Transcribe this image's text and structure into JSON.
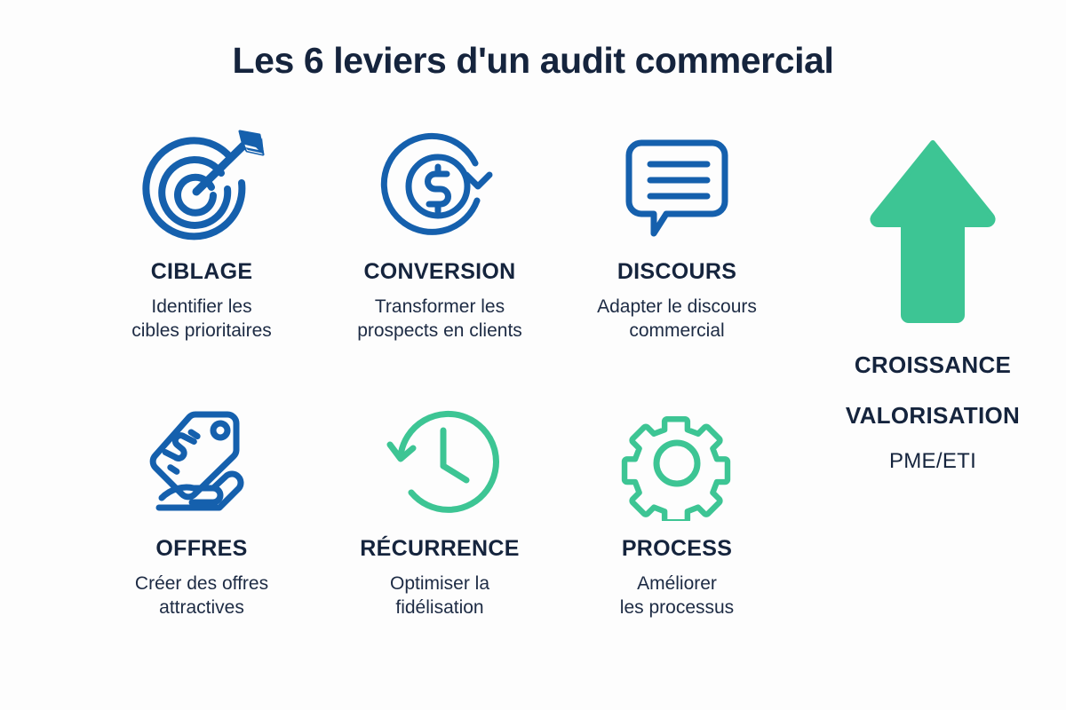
{
  "page": {
    "title": "Les 6 leviers d'un audit commercial",
    "background_color": "#fdfdfd"
  },
  "colors": {
    "navy_text": "#15243d",
    "blue_icon": "#1560ad",
    "green_icon": "#3dc594",
    "green_arrow": "#3dc594"
  },
  "levers": [
    {
      "icon": "target-arrow-icon",
      "icon_color": "#1560ad",
      "title": "CIBLAGE",
      "description": "Identifier les\ncibles prioritaires"
    },
    {
      "icon": "dollar-coin-refresh-icon",
      "icon_color": "#1560ad",
      "title": "CONVERSION",
      "description": "Transformer les\nprospects en clients"
    },
    {
      "icon": "speech-bubble-lines-icon",
      "icon_color": "#1560ad",
      "title": "DISCOURS",
      "description": "Adapter le discours\ncommercial"
    },
    {
      "icon": "price-tag-hand-icon",
      "icon_color": "#1560ad",
      "title": "OFFRES",
      "description": "Créer des offres\nattractives"
    },
    {
      "icon": "clock-counterclockwise-icon",
      "icon_color": "#3dc594",
      "title": "RÉCURRENCE",
      "description": "Optimiser la\nfidélisation"
    },
    {
      "icon": "gear-icon",
      "icon_color": "#3dc594",
      "title": "PROCESS",
      "description": "Améliorer\nles processus"
    }
  ],
  "growth": {
    "icon": "up-arrow-icon",
    "icon_color": "#3dc594",
    "line1": "CROISSANCE",
    "line2": "VALORISATION",
    "line3": "PME/ETI"
  }
}
